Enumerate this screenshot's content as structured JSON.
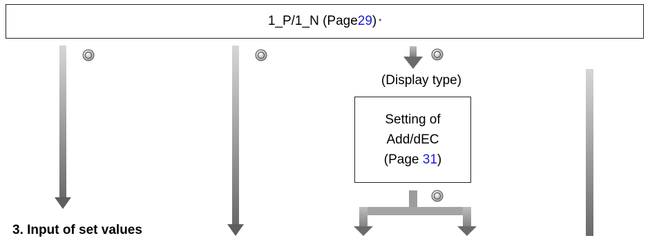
{
  "top_box": {
    "text_before": "1_P/1_N (Page ",
    "page_link": "29",
    "text_after": ")",
    "note_marker": "*"
  },
  "display_type_caption": "(Display type)",
  "setting_box": {
    "line1": "Setting of",
    "line2": "Add/dEC",
    "page_prefix": "(Page ",
    "page_link": "31",
    "page_suffix": ")"
  },
  "section_heading": "3. Input of set values",
  "colors": {
    "link": "#1a1adb",
    "arrow_light": "#d4d4d4",
    "arrow_dark": "#5a5a5a",
    "border": "#222222"
  },
  "icons": {
    "step_marker": "double-circle-icon"
  }
}
